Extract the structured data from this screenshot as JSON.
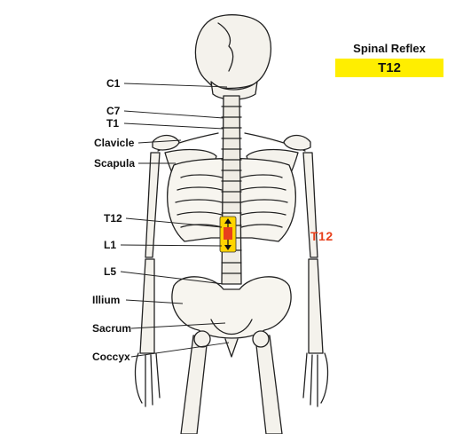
{
  "panel": {
    "title": "Spinal Reflex",
    "level": "T12"
  },
  "highlight_label": "T12",
  "labels": {
    "c1": "C1",
    "c7": "C7",
    "t1": "T1",
    "clavicle": "Clavicle",
    "scapula": "Scapula",
    "t12": "T12",
    "l1": "L1",
    "l5": "L5",
    "illium": "Illium",
    "sacrum": "Sacrum",
    "coccyx": "Coccyx"
  },
  "colors": {
    "panel_box": "#ffee00",
    "highlight_box": "#ffd400",
    "highlight_core": "#e8401c",
    "highlight_label": "#e8401c"
  }
}
